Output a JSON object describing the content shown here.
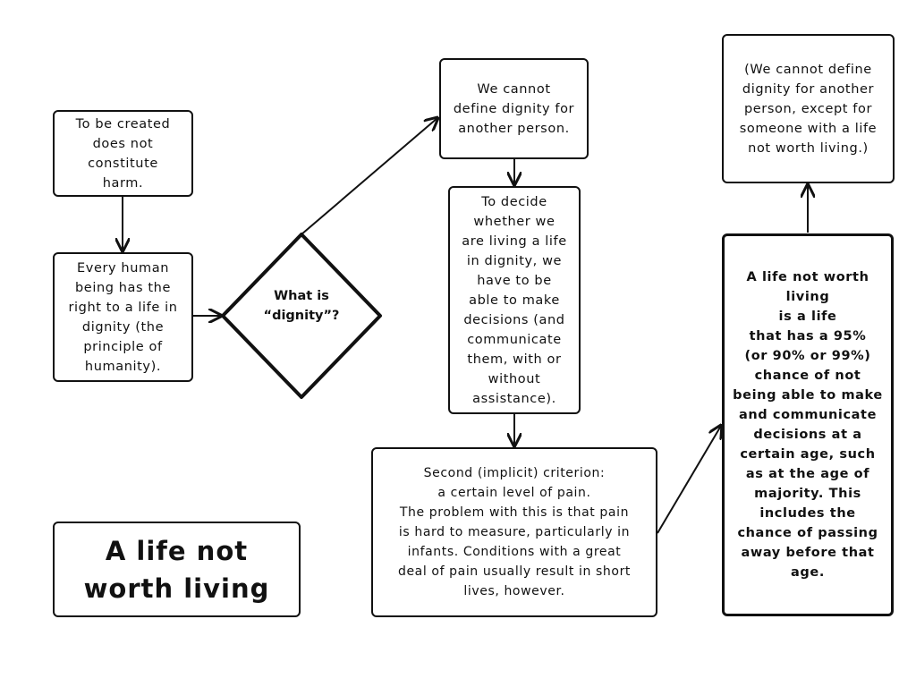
{
  "nodes": {
    "created": "To be created\ndoes not\nconstitute\nharm.",
    "right": "Every human\nbeing has the\nright to a life in\ndignity (the\nprinciple of\nhumanity).",
    "dignity_question": "What is\n“dignity”?",
    "cannot_define": "We cannot\ndefine dignity for\nanother person.",
    "decide": "To decide\nwhether we\nare living a life\nin dignity, we\nhave to be\nable to make\ndecisions (and\ncommunicate\nthem, with or\nwithout\nassistance).",
    "second_criterion": "Second (implicit) criterion:\na certain level of pain.\nThe problem with this is that pain\nis hard to measure, particularly in\ninfants. Conditions with a great\ndeal of pain usually result in short\nlives, however.",
    "definition": "A life not worth\nliving\nis a life\nthat has a 95%\n(or 90% or 99%)\nchance of not\nbeing able to make\nand communicate\ndecisions at a\ncertain age, such\nas at the age of\nmajority. This\nincludes the\nchance of passing\naway before that\nage.",
    "exception": "(We cannot define\ndignity for another\nperson, except for\nsomeone with a life\nnot worth living.)",
    "title": "A life not\nworth living"
  }
}
